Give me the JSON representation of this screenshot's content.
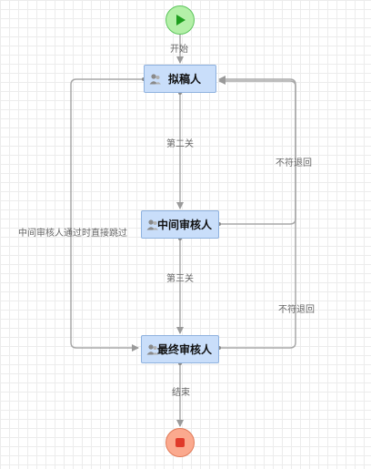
{
  "nodes": {
    "draft": "拟稿人",
    "middle": "中间审核人",
    "final": "最终审核人"
  },
  "edges": {
    "start": "开始",
    "pass1": "第二关",
    "pass2": "第三关",
    "skip": "中间审核人通过时直接跳过",
    "return1": "不符退回",
    "return2": "不符退回",
    "end": "结束"
  },
  "icons": {
    "start": "play-icon",
    "end": "stop-icon",
    "task": "user-icon"
  },
  "colors": {
    "node_fill": "#c9defa",
    "node_border": "#8fb2df",
    "start_fill": "#b4f0a8",
    "start_icon": "#1e9e1e",
    "end_fill": "#fba98e",
    "end_icon": "#e03a2a",
    "edge": "#a8a8a8"
  }
}
